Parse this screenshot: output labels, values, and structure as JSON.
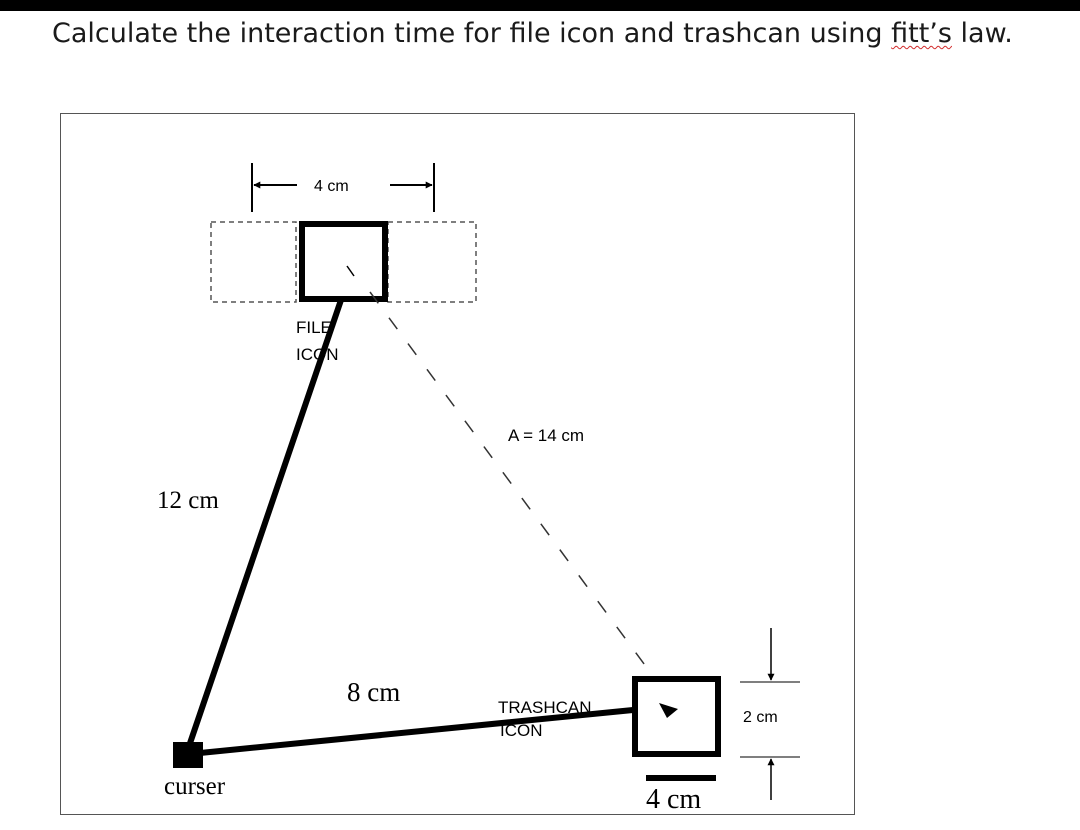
{
  "question": {
    "before": "Calculate the interaction time for file icon and trashcan using ",
    "flagged_word": "fitt’s",
    "after": " law."
  },
  "diagram": {
    "file_icon_width_label": "4 cm",
    "file_icon_label_line1": "FILE",
    "file_icon_label_line2": "ICON",
    "amplitude_label": "A = 14 cm",
    "cursor_to_file_label": "12 cm",
    "cursor_to_trashcan_label": "8 cm",
    "trashcan_label_line1": "TRASHCAN",
    "trashcan_label_line2": "ICON",
    "trashcan_height_label": "2 cm",
    "trashcan_width_label": "4 cm",
    "cursor_label": "curser"
  }
}
